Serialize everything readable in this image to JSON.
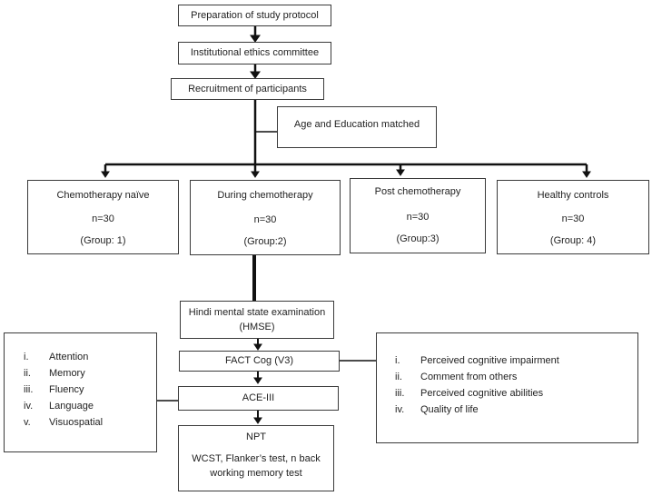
{
  "flow": {
    "protocol": "Preparation of study protocol",
    "ethics": "Institutional ethics committee",
    "recruitment": "Recruitment of participants",
    "matched": "Age and Education matched"
  },
  "groups": [
    {
      "title": "Chemotherapy naïve",
      "n": "n=30",
      "group": "(Group: 1)"
    },
    {
      "title": "During chemotherapy",
      "n": "n=30",
      "group": "(Group:2)"
    },
    {
      "title": "Post chemotherapy",
      "n": "n=30",
      "group": "(Group:3)"
    },
    {
      "title": "Healthy controls",
      "n": "n=30",
      "group": "(Group: 4)"
    }
  ],
  "assessments": {
    "hmse_line1": "Hindi mental state examination",
    "hmse_line2": "(HMSE)",
    "fact": "FACT Cog (V3)",
    "ace": "ACE-III",
    "npt_title": "NPT",
    "npt_line1": "WCST, Flanker’s test, n back",
    "npt_line2": "working memory test"
  },
  "ace_domains": [
    {
      "num": "i.",
      "label": "Attention"
    },
    {
      "num": "ii.",
      "label": "Memory"
    },
    {
      "num": "iii.",
      "label": "Fluency"
    },
    {
      "num": "iv.",
      "label": "Language"
    },
    {
      "num": "v.",
      "label": "Visuospatial"
    }
  ],
  "fact_domains": [
    {
      "num": "i.",
      "label": "Perceived cognitive impairment"
    },
    {
      "num": "ii.",
      "label": "Comment from others"
    },
    {
      "num": "iii.",
      "label": "Perceived cognitive abilities"
    },
    {
      "num": "iv.",
      "label": "Quality of life"
    }
  ]
}
